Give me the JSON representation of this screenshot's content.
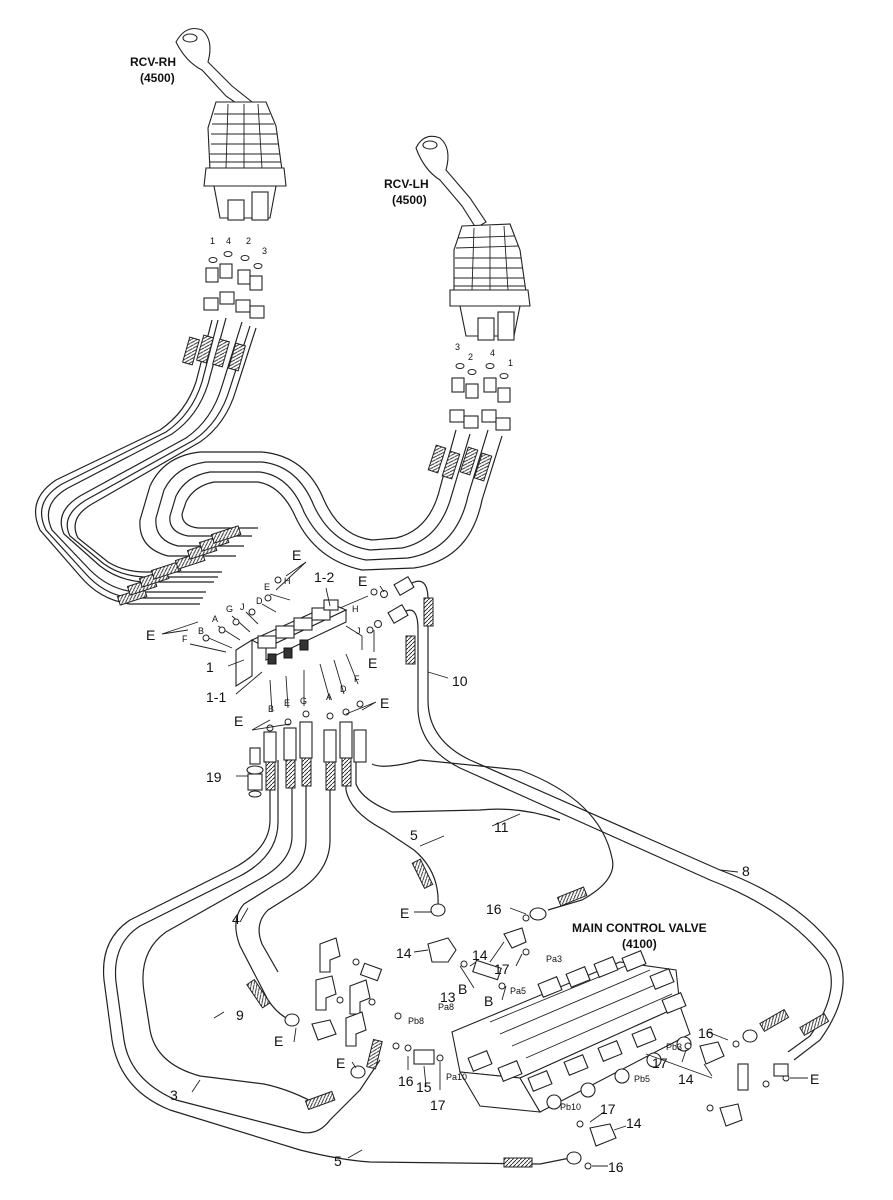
{
  "titles": {
    "rcv_rh_name": "RCV-RH",
    "rcv_rh_code": "(4500)",
    "rcv_lh_name": "RCV-LH",
    "rcv_lh_code": "(4500)",
    "mcv_name": "MAIN CONTROL VALVE",
    "mcv_code": "(4100)"
  },
  "rh_ports": [
    "1",
    "4",
    "2",
    "3"
  ],
  "lh_ports": [
    "3",
    "2",
    "4",
    "1"
  ],
  "callouts": {
    "p1": "1",
    "p1_1": "1-1",
    "p1_2": "1-2",
    "p3": "3",
    "p4": "4",
    "p5a": "5",
    "p5b": "5",
    "p8": "8",
    "p9": "9",
    "p10": "10",
    "p11": "11",
    "p13": "13",
    "p14a": "14",
    "p14b": "14",
    "p14c": "14",
    "p14d": "14",
    "p15": "15",
    "p16a": "16",
    "p16b": "16",
    "p16c": "16",
    "p16d": "16",
    "p17a": "17",
    "p17b": "17",
    "p17c": "17",
    "p17d": "17",
    "p19": "19",
    "e1": "E",
    "e2": "E",
    "e3": "E",
    "e4": "E",
    "e5": "E",
    "e6": "E",
    "e7": "E",
    "e8": "E",
    "e9": "E",
    "e10": "E",
    "b1": "B",
    "b2": "B"
  },
  "hose_letters": {
    "h1": "H",
    "e": "E",
    "d1": "D",
    "j1": "J",
    "g1": "G",
    "a1": "A",
    "b1": "B",
    "f1": "F",
    "h2": "H",
    "j2": "J",
    "b2": "B",
    "e2": "E",
    "g2": "G",
    "a2": "A",
    "d2": "D",
    "f2": "F"
  },
  "port_codes": {
    "pa3": "Pa3",
    "pa5": "Pa5",
    "pb8": "Pb8",
    "pa8": "Pa8",
    "pa10": "Pa10",
    "pb3": "Pb3",
    "pb5": "Pb5",
    "pb10": "Pb10"
  }
}
